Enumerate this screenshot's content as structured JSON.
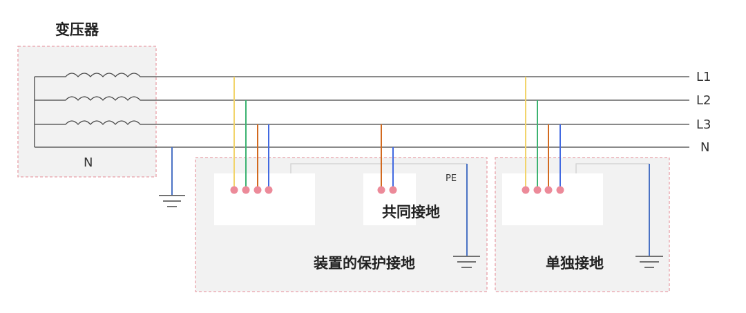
{
  "transformer": {
    "title": "变压器",
    "neutral_label": "N"
  },
  "lines": [
    {
      "id": "L1",
      "label": "L1",
      "color": "#f2d46b"
    },
    {
      "id": "L2",
      "label": "L2",
      "color": "#3cb371"
    },
    {
      "id": "L3",
      "label": "L3",
      "color": "#d2691e"
    },
    {
      "id": "N",
      "label": "N",
      "color": "#4169e1"
    }
  ],
  "colors": {
    "bus": "#444444",
    "panel_fill": "#f2f2f2",
    "panel_border": "#e8a0a8",
    "terminal": "#ec8a99",
    "pe": "#4a72c4"
  },
  "panels": {
    "device": {
      "title": "装置的保护接地",
      "sub_label": "共同接地",
      "pe_label": "PE"
    },
    "separate": {
      "title": "单独接地"
    }
  }
}
